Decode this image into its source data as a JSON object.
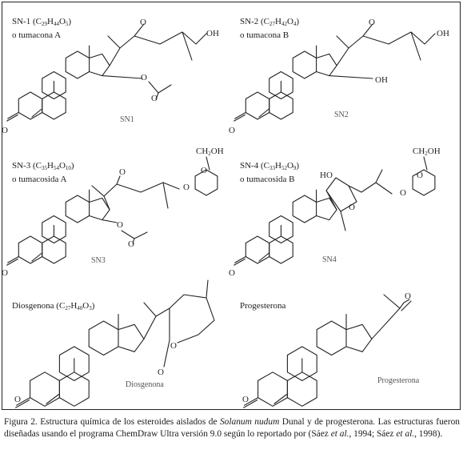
{
  "compounds": [
    {
      "code": "SN-1",
      "formula_el": [
        "C",
        "H",
        "O"
      ],
      "formula_n": [
        "29",
        "44",
        "5"
      ],
      "name": "o tumacona A",
      "struct_label": "SN1"
    },
    {
      "code": "SN-2",
      "formula_el": [
        "C",
        "H",
        "O"
      ],
      "formula_n": [
        "27",
        "42",
        "4"
      ],
      "name": "o tumacona B",
      "struct_label": "SN2"
    },
    {
      "code": "SN-3",
      "formula_el": [
        "C",
        "H",
        "O"
      ],
      "formula_n": [
        "35",
        "54",
        "10"
      ],
      "name": "o tumacosida A",
      "struct_label": "SN3"
    },
    {
      "code": "SN-4",
      "formula_el": [
        "C",
        "H",
        "O"
      ],
      "formula_n": [
        "33",
        "52",
        "9"
      ],
      "name": "o tumacosida B",
      "struct_label": "SN4"
    },
    {
      "code": "Diosgenona",
      "formula_el": [
        "C",
        "H",
        "O"
      ],
      "formula_n": [
        "27",
        "40",
        "3"
      ],
      "name": "",
      "struct_label": "Diosgenona"
    },
    {
      "code": "Progesterona",
      "formula_el": [],
      "formula_n": [],
      "name": "",
      "struct_label": "Progesterona"
    }
  ],
  "atoms": {
    "O": "O",
    "OH": "OH",
    "HO": "HO",
    "CH2OH_a": "CH",
    "CH2OH_n": "2",
    "CH2OH_b": "OH"
  },
  "caption": {
    "p1": "Figura 2. Estructura química de los esteroides aislados de ",
    "species": "Solanum nudum",
    "p2": " Dunal y de progesterona. Las estructuras fueron diseñadas usando el programa ChemDraw Ultra versión 9.0 según lo reportado por (Sáez ",
    "etal1": "et al.",
    "p3": ", 1994; Sáez ",
    "etal2": "et al.",
    "p4": ", 1998)."
  }
}
